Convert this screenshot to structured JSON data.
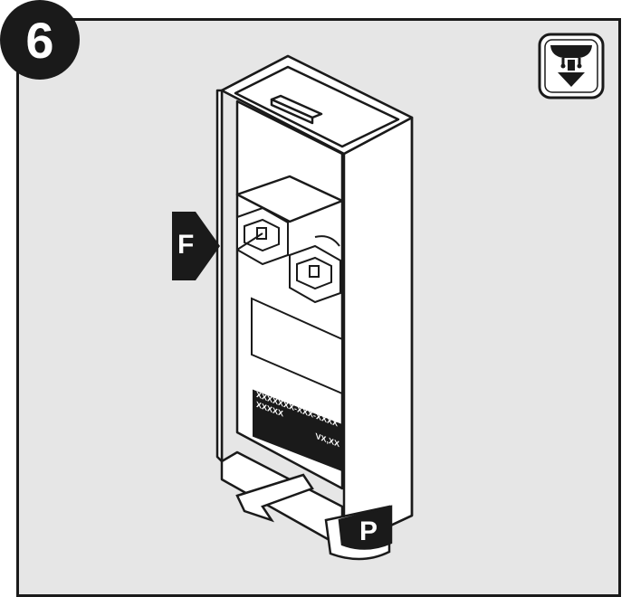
{
  "step": {
    "number": "6"
  },
  "callouts": {
    "f_label": "F",
    "p_label": "P"
  },
  "sticker": {
    "line1": "XXXXXXXXX",
    "line2": "XXXXXXX-XXX-XXXX",
    "line3": "XXXXX",
    "line4": "VX,XX"
  },
  "icons": {
    "corner_icon": "ceiling-mount-down-arrow-icon"
  },
  "colors": {
    "panel_bg": "#e6e6e6",
    "badge_bg": "#1a1a1a",
    "line": "#1a1a1a",
    "fill": "#ffffff"
  }
}
